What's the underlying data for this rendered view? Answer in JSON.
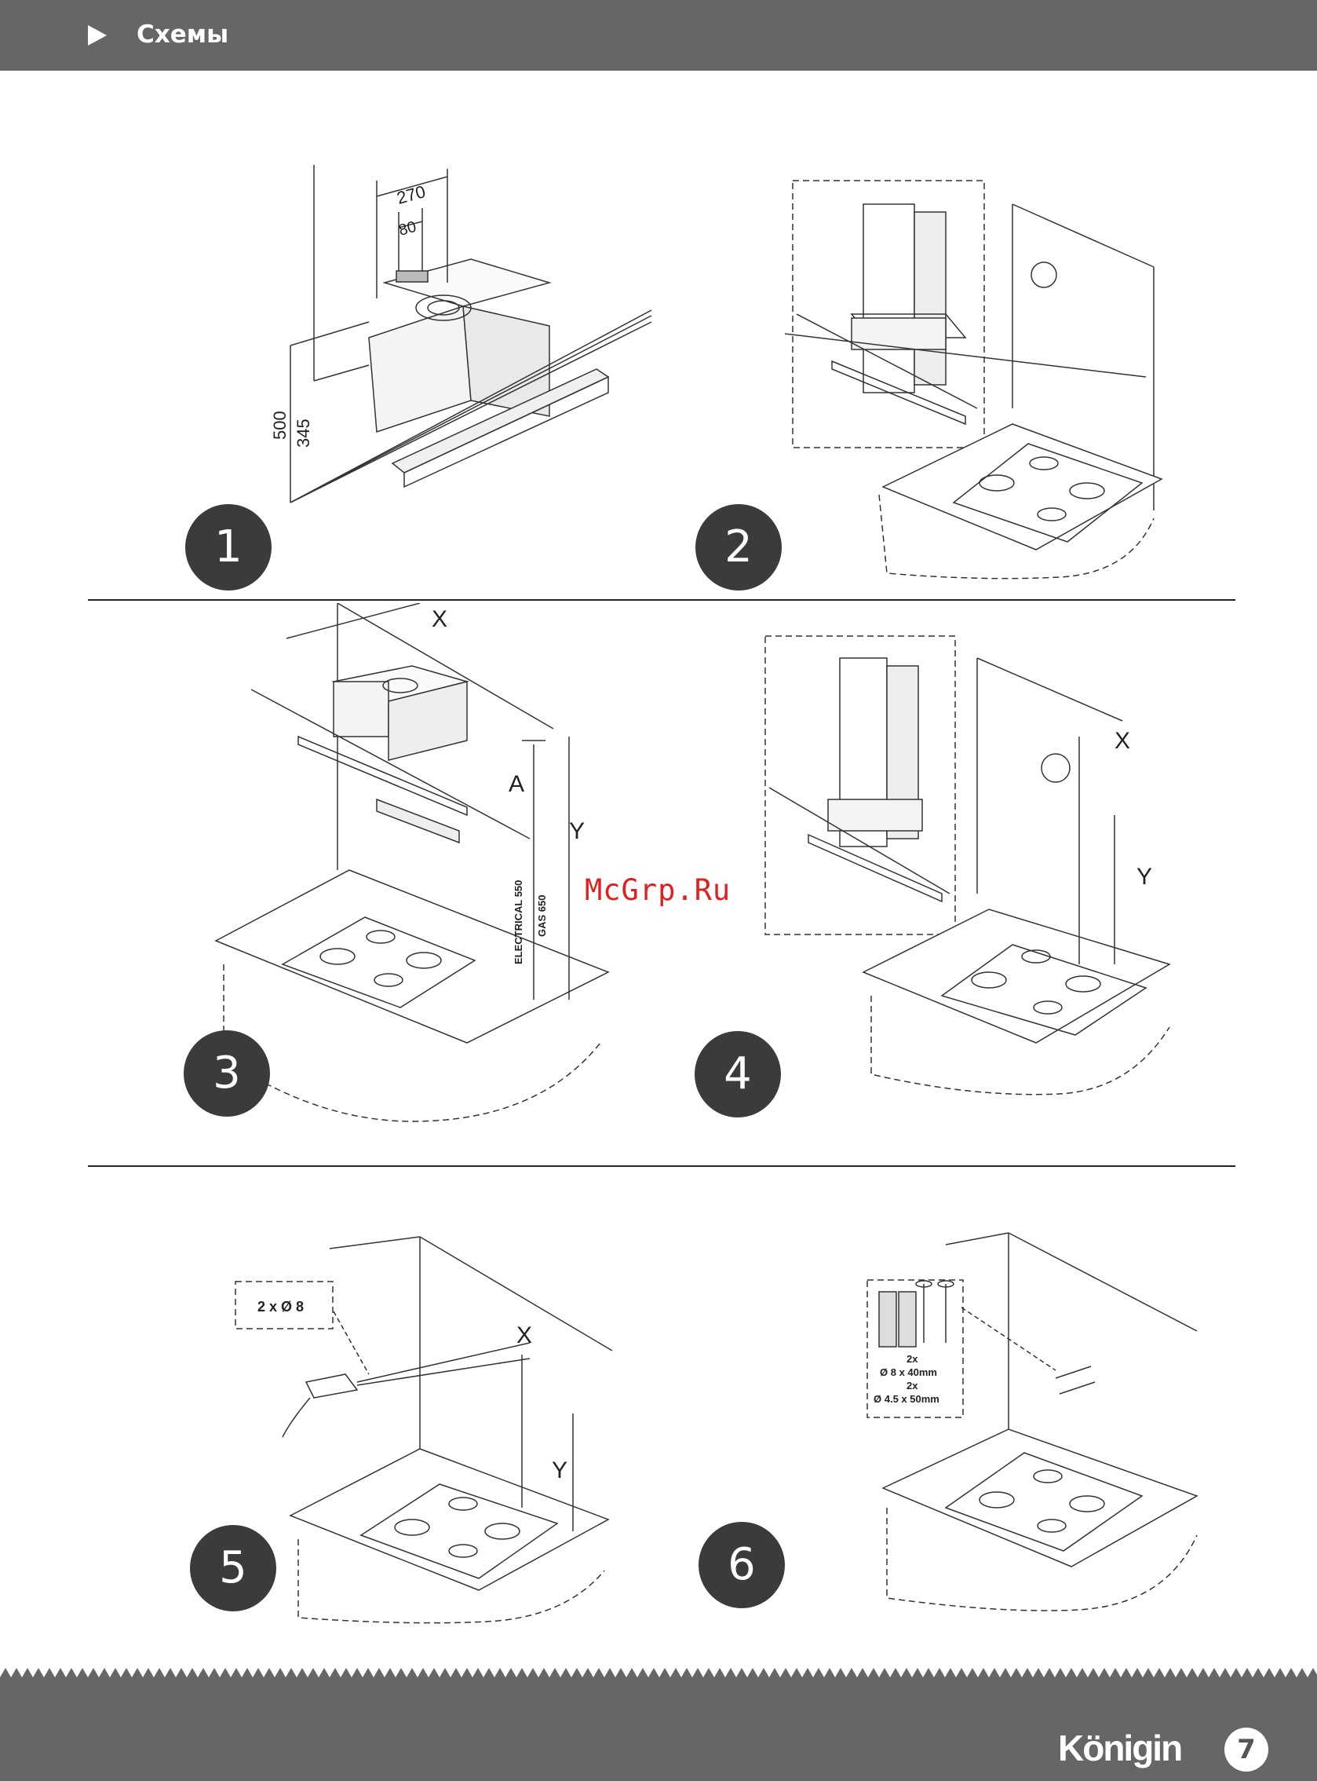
{
  "header": {
    "title": "Схемы",
    "arrow_icon": "play-triangle-icon"
  },
  "steps": [
    {
      "number": "1",
      "dims": [
        "270",
        "80",
        "500",
        "345"
      ]
    },
    {
      "number": "2"
    },
    {
      "number": "3",
      "labels": [
        "X",
        "A",
        "Y",
        "ELECTRICAL 550",
        "GAS 650"
      ]
    },
    {
      "number": "4",
      "labels": [
        "X",
        "Y"
      ]
    },
    {
      "number": "5",
      "labels": [
        "2 x Ø 8",
        "X",
        "Y"
      ]
    },
    {
      "number": "6",
      "labels": [
        "2x",
        "Ø 8 x 40mm",
        "2x",
        "Ø 4.5 x 50mm"
      ]
    }
  ],
  "watermark": "McGrp.Ru",
  "footer": {
    "brand": "Königin",
    "page": "7"
  },
  "colors": {
    "header": "#666666",
    "footer": "#666666",
    "badge": "#3b3b3b"
  }
}
